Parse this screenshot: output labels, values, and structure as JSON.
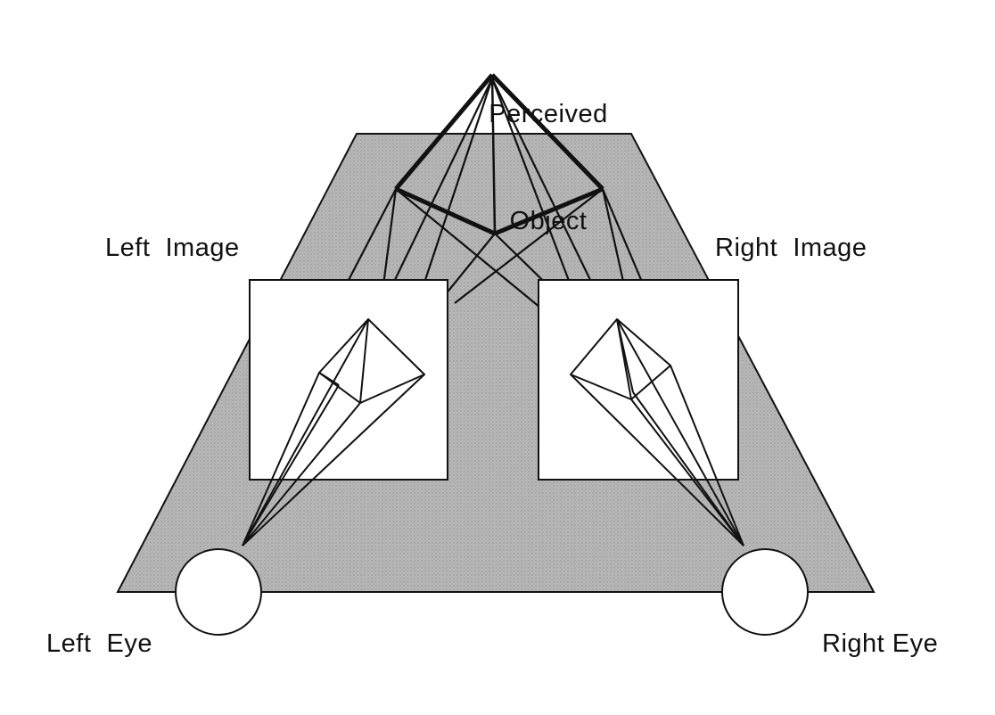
{
  "labels": {
    "perceived_line1": "Perceived",
    "perceived_line2": "Object",
    "left_image": "Left  Image",
    "right_image": "Right  Image",
    "left_eye": "Left  Eye",
    "right_eye": "Right Eye"
  },
  "colors": {
    "plane_fill": "#b3b3b3",
    "stroke": "#111111",
    "image_fill": "#ffffff",
    "background": "#ffffff"
  }
}
